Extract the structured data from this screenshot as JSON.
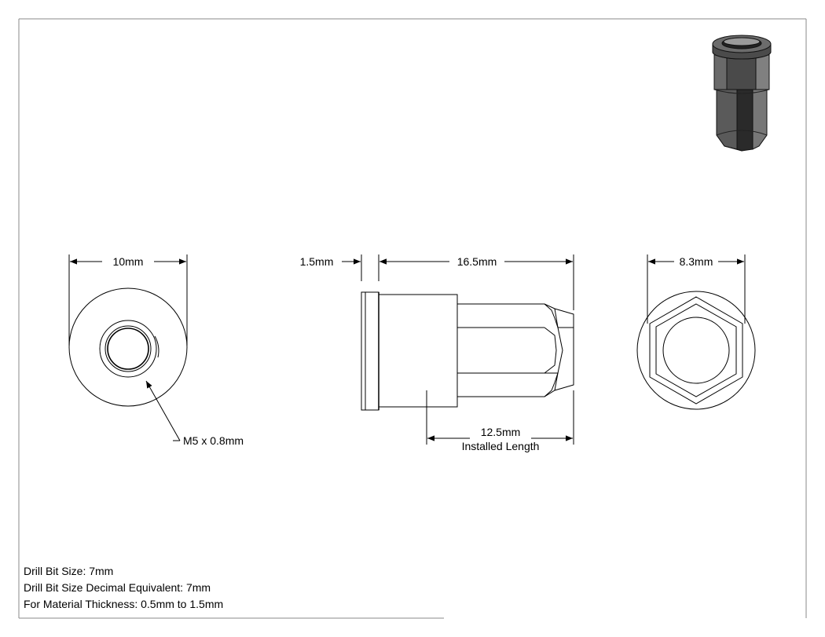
{
  "dimensions": {
    "front_diameter": "10mm",
    "flange_thickness": "1.5mm",
    "overall_length": "16.5mm",
    "hex_width": "8.3mm",
    "thread_callout": "M5 x 0.8mm",
    "installed_length_value": "12.5mm",
    "installed_length_label": "Installed Length"
  },
  "notes": [
    "Drill Bit Size: 7mm",
    "Drill Bit Size Decimal Equivalent: 7mm",
    "For Material Thickness: 0.5mm to 1.5mm"
  ],
  "colors": {
    "line": "#000000",
    "frame": "#888888",
    "iso_dark": "#2b2b2b",
    "iso_mid": "#555555",
    "iso_light": "#8a8a8a"
  },
  "icons": {
    "isometric_view": "rivet-nut-isometric-icon"
  }
}
